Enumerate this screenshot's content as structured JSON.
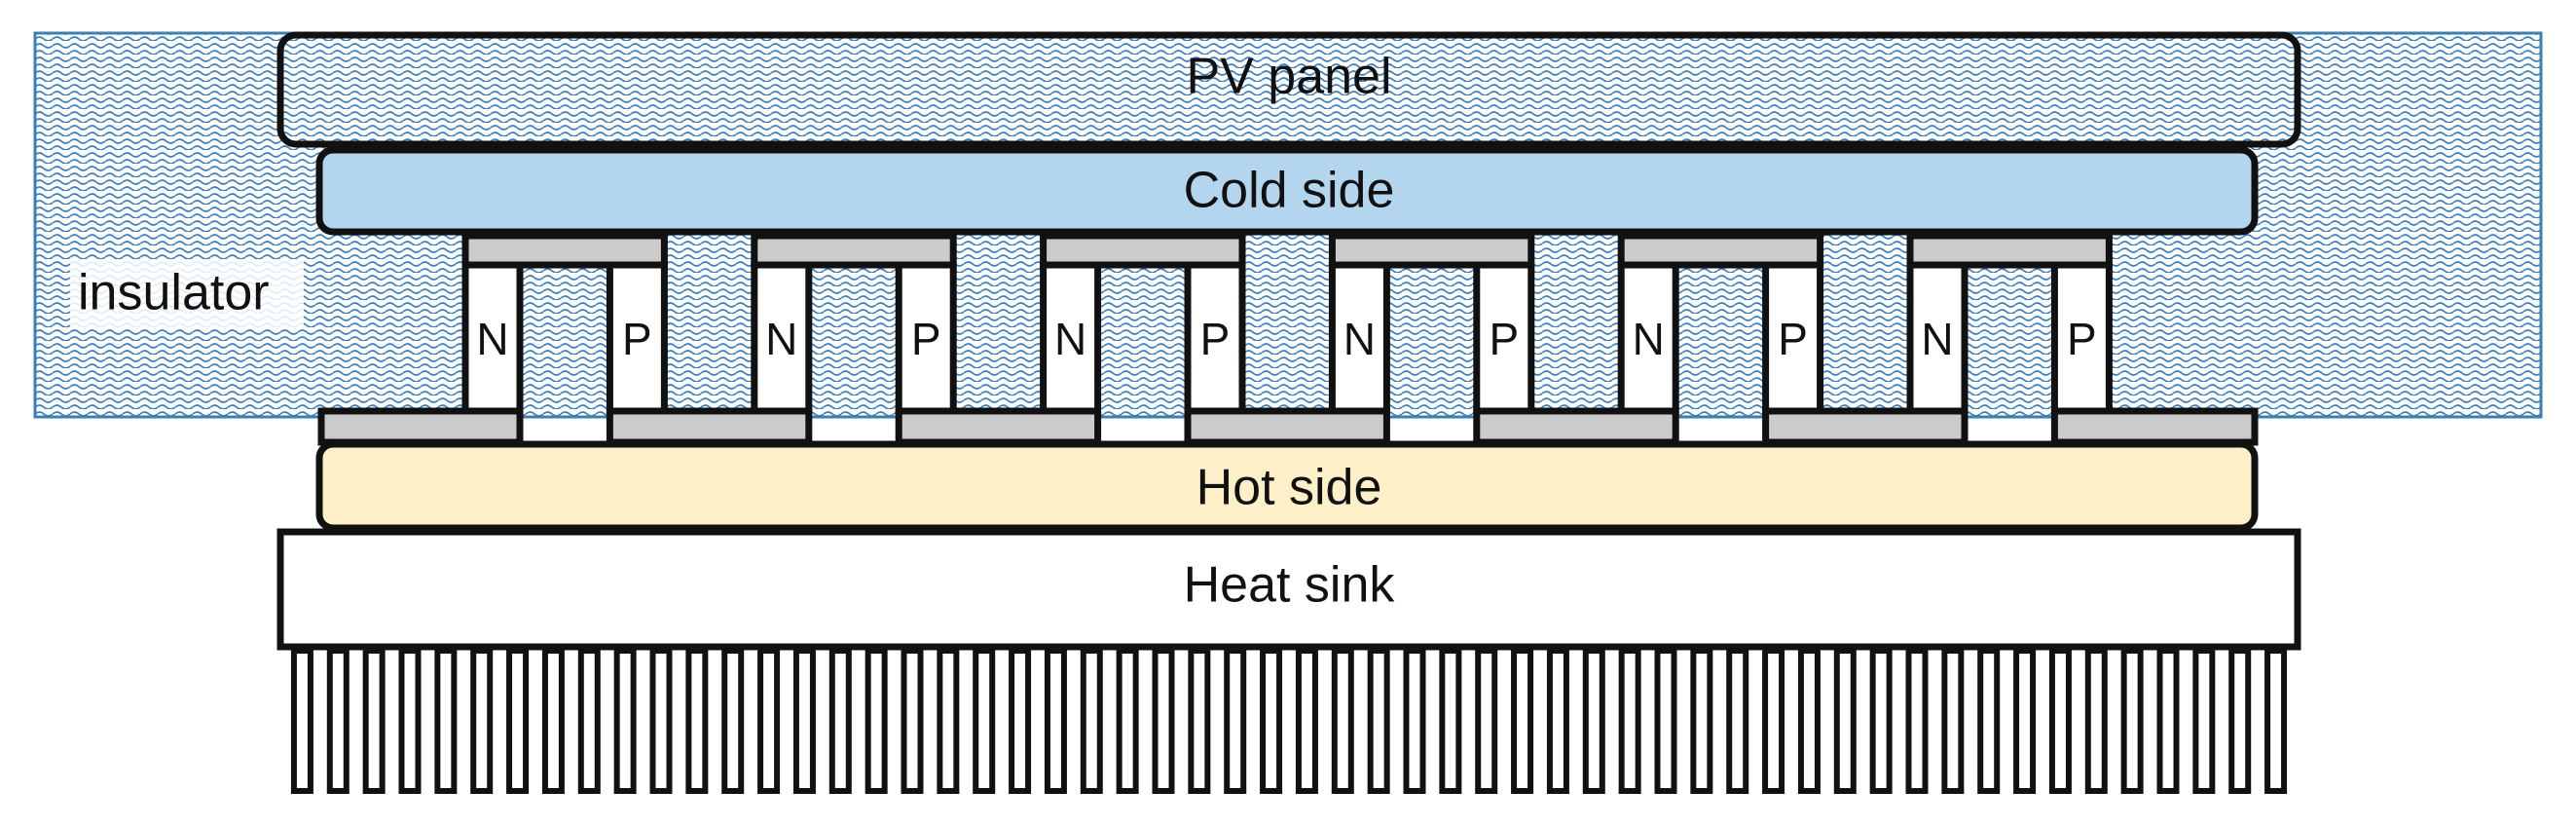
{
  "labels": {
    "pv_panel": "PV panel",
    "cold_side": "Cold side",
    "insulator": "insulator",
    "hot_side": "Hot side",
    "heat_sink": "Heat sink"
  },
  "legs": [
    "N",
    "P",
    "N",
    "P",
    "N",
    "P",
    "N",
    "P",
    "N",
    "P",
    "N",
    "P"
  ],
  "colors": {
    "outline": "#111111",
    "insulator_fill": "#d9ebf7",
    "insulator_stroke": "#3f7fae",
    "insulator_pattern": "#3d7fbf",
    "cold_side": "#b3d6ee",
    "hot_side": "#fdefc8",
    "conductor": "#cbcbcb",
    "heat_sink": "#ffffff",
    "leg": "#ffffff"
  }
}
